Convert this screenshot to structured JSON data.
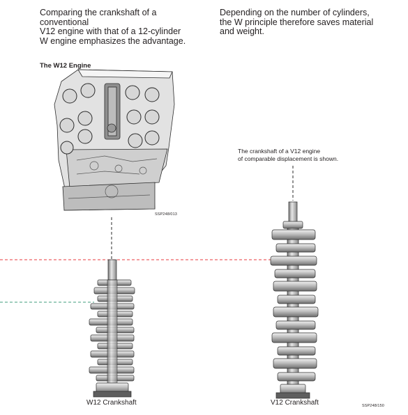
{
  "intro": {
    "left": "Comparing the crankshaft of a conventional\nV12 engine with that of a 12-cylinder\nW engine emphasizes the advantage.",
    "right": "Depending on the number of cylinders,\nthe W principle therefore saves material\nand weight."
  },
  "engine": {
    "label": "The W12 Engine",
    "code": "SSP248/013"
  },
  "v12_caption": "The crankshaft of a V12 engine\nof comparable displacement is shown.",
  "labels": {
    "w12_crankshaft": "W12 Crankshaft",
    "v12_crankshaft": "V12 Crankshaft"
  },
  "page_code": "SSP248/150",
  "colors": {
    "red_dash": "#e8393c",
    "green_dash": "#3f9d7e",
    "metal_light": "#d4d4d4",
    "metal_mid": "#a7a7a7",
    "metal_dark": "#6e6e6e",
    "outline": "#2b2b2b"
  }
}
